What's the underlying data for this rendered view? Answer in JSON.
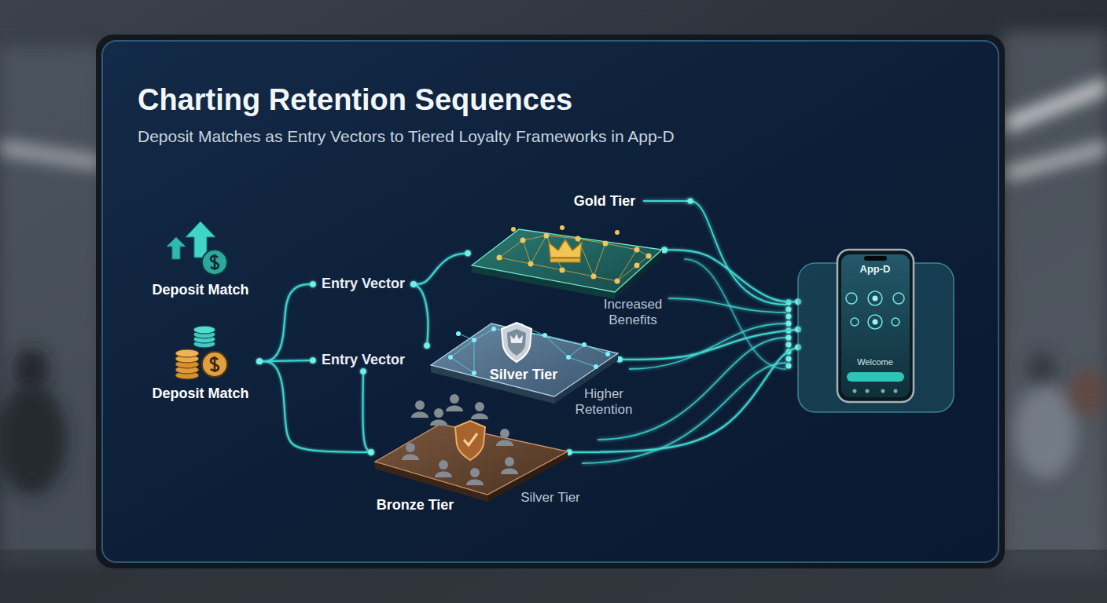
{
  "diagram": {
    "title": "Charting Retention Sequences",
    "nodes": [
      {
        "text": [
          "Deposit Match"
        ]
      },
      {
        "text": [
          "Deposit Match"
        ]
      },
      {
        "text": [
          "Entry Vector"
        ]
      },
      {
        "text": [
          "Entry Vector"
        ]
      },
      {
        "text": [
          "Gold Tier"
        ]
      },
      {
        "text": [
          "Silver Tier"
        ]
      },
      {
        "text": [
          "Bronze Tier"
        ]
      },
      {
        "text": [
          "App-D",
          "Welcome"
        ]
      }
    ],
    "edges": [
      {
        "from": 1,
        "to": 2,
        "arrow": "none"
      },
      {
        "from": 1,
        "to": 3,
        "arrow": "none"
      },
      {
        "from": 1,
        "to": 6,
        "arrow": "none"
      },
      {
        "from": 2,
        "to": 4,
        "arrow": "none"
      },
      {
        "from": 2,
        "to": 5,
        "arrow": "none"
      },
      {
        "from": 3,
        "to": 6,
        "arrow": "none"
      },
      {
        "from": 4,
        "to": 7,
        "arrow": "none"
      },
      {
        "from": 5,
        "to": 7,
        "arrow": "none"
      },
      {
        "from": 6,
        "to": 7,
        "arrow": "none"
      }
    ],
    "labels": [
      "Deposit Matches as Entry Vectors to Tiered Loyalty Frameworks in App-D",
      "Increased Benefits",
      "Higher Retention",
      "Silver Tier"
    ]
  }
}
